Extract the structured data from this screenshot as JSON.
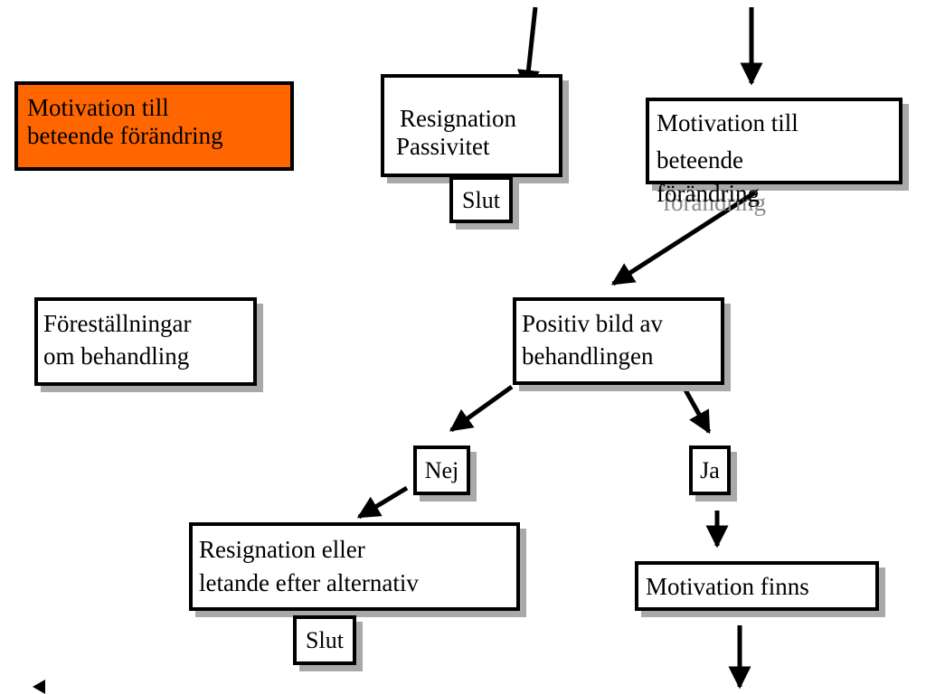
{
  "nodes": {
    "motivation_left": [
      "Motivation till",
      "beteende förändring"
    ],
    "resignation_top": [
      "Resignation",
      "Passivitet"
    ],
    "slut_top": "Slut",
    "motivation_right": [
      "Motivation till",
      "beteende",
      "förändring"
    ],
    "forestallningar": [
      "Föreställningar",
      "om behandling"
    ],
    "positiv": [
      "Positiv bild av",
      "behandlingen"
    ],
    "nej": "Nej",
    "ja": "Ja",
    "resignation_bottom": [
      "Resignation eller",
      "letande efter alternativ"
    ],
    "slut_bottom": "Slut",
    "motivation_finns": "Motivation finns"
  },
  "ghost_text": "förändring",
  "colors": {
    "accent": "#ff6600",
    "shadow": "#a9a9a9"
  }
}
